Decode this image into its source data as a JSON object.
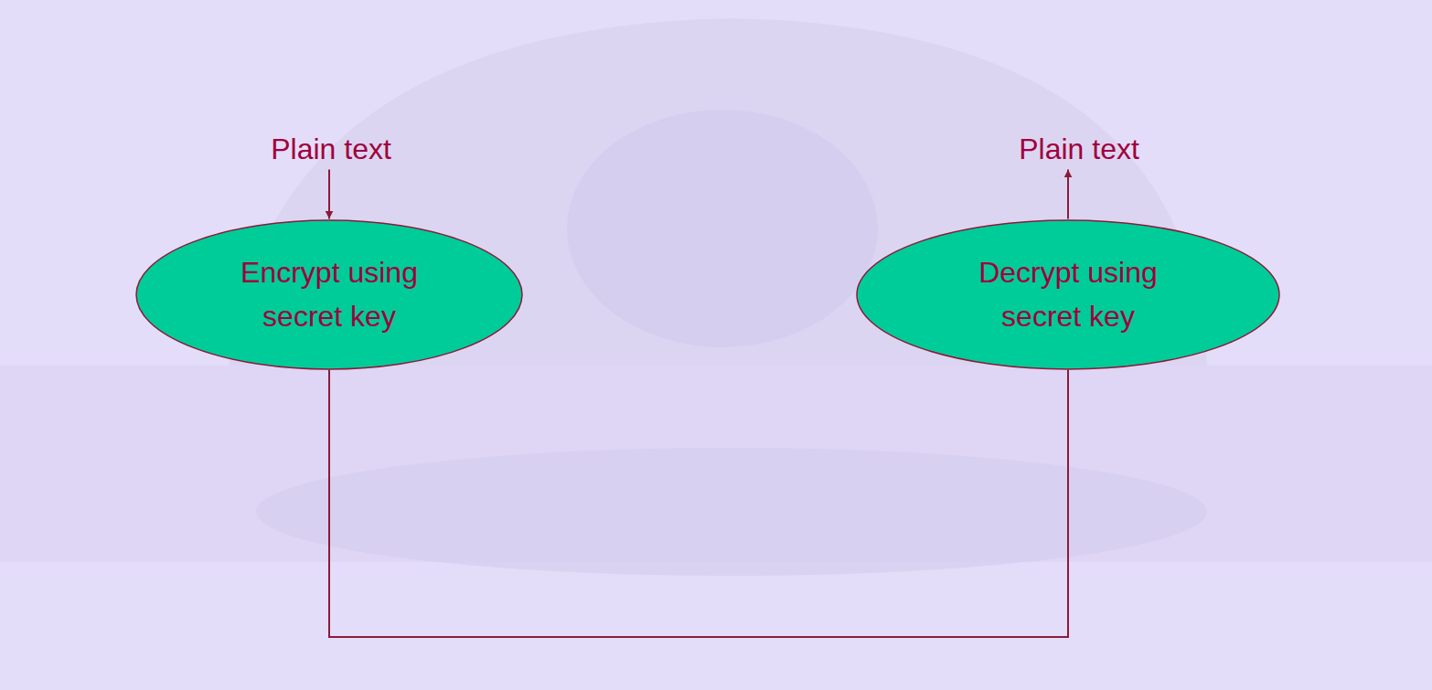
{
  "diagram": {
    "nodes": [
      {
        "text": [
          "Plain text"
        ]
      },
      {
        "text": [
          "Plain text"
        ]
      },
      {
        "text": [
          "Encrypt using secret key"
        ]
      },
      {
        "text": [
          "Decrypt using secret key"
        ]
      }
    ],
    "edges": [
      {
        "from": 0,
        "to": 2,
        "arrow": "to"
      },
      {
        "from": 2,
        "to": 3,
        "arrow": "none"
      },
      {
        "from": 3,
        "to": 1,
        "arrow": "to"
      }
    ]
  }
}
